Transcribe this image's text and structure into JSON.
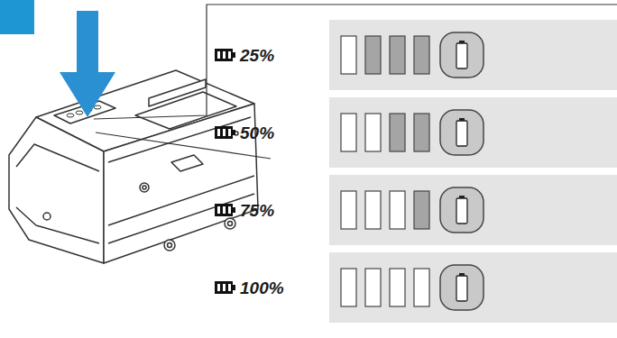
{
  "diagram": {
    "labels": [
      "25%",
      "50%",
      "75%",
      "100%"
    ]
  }
}
